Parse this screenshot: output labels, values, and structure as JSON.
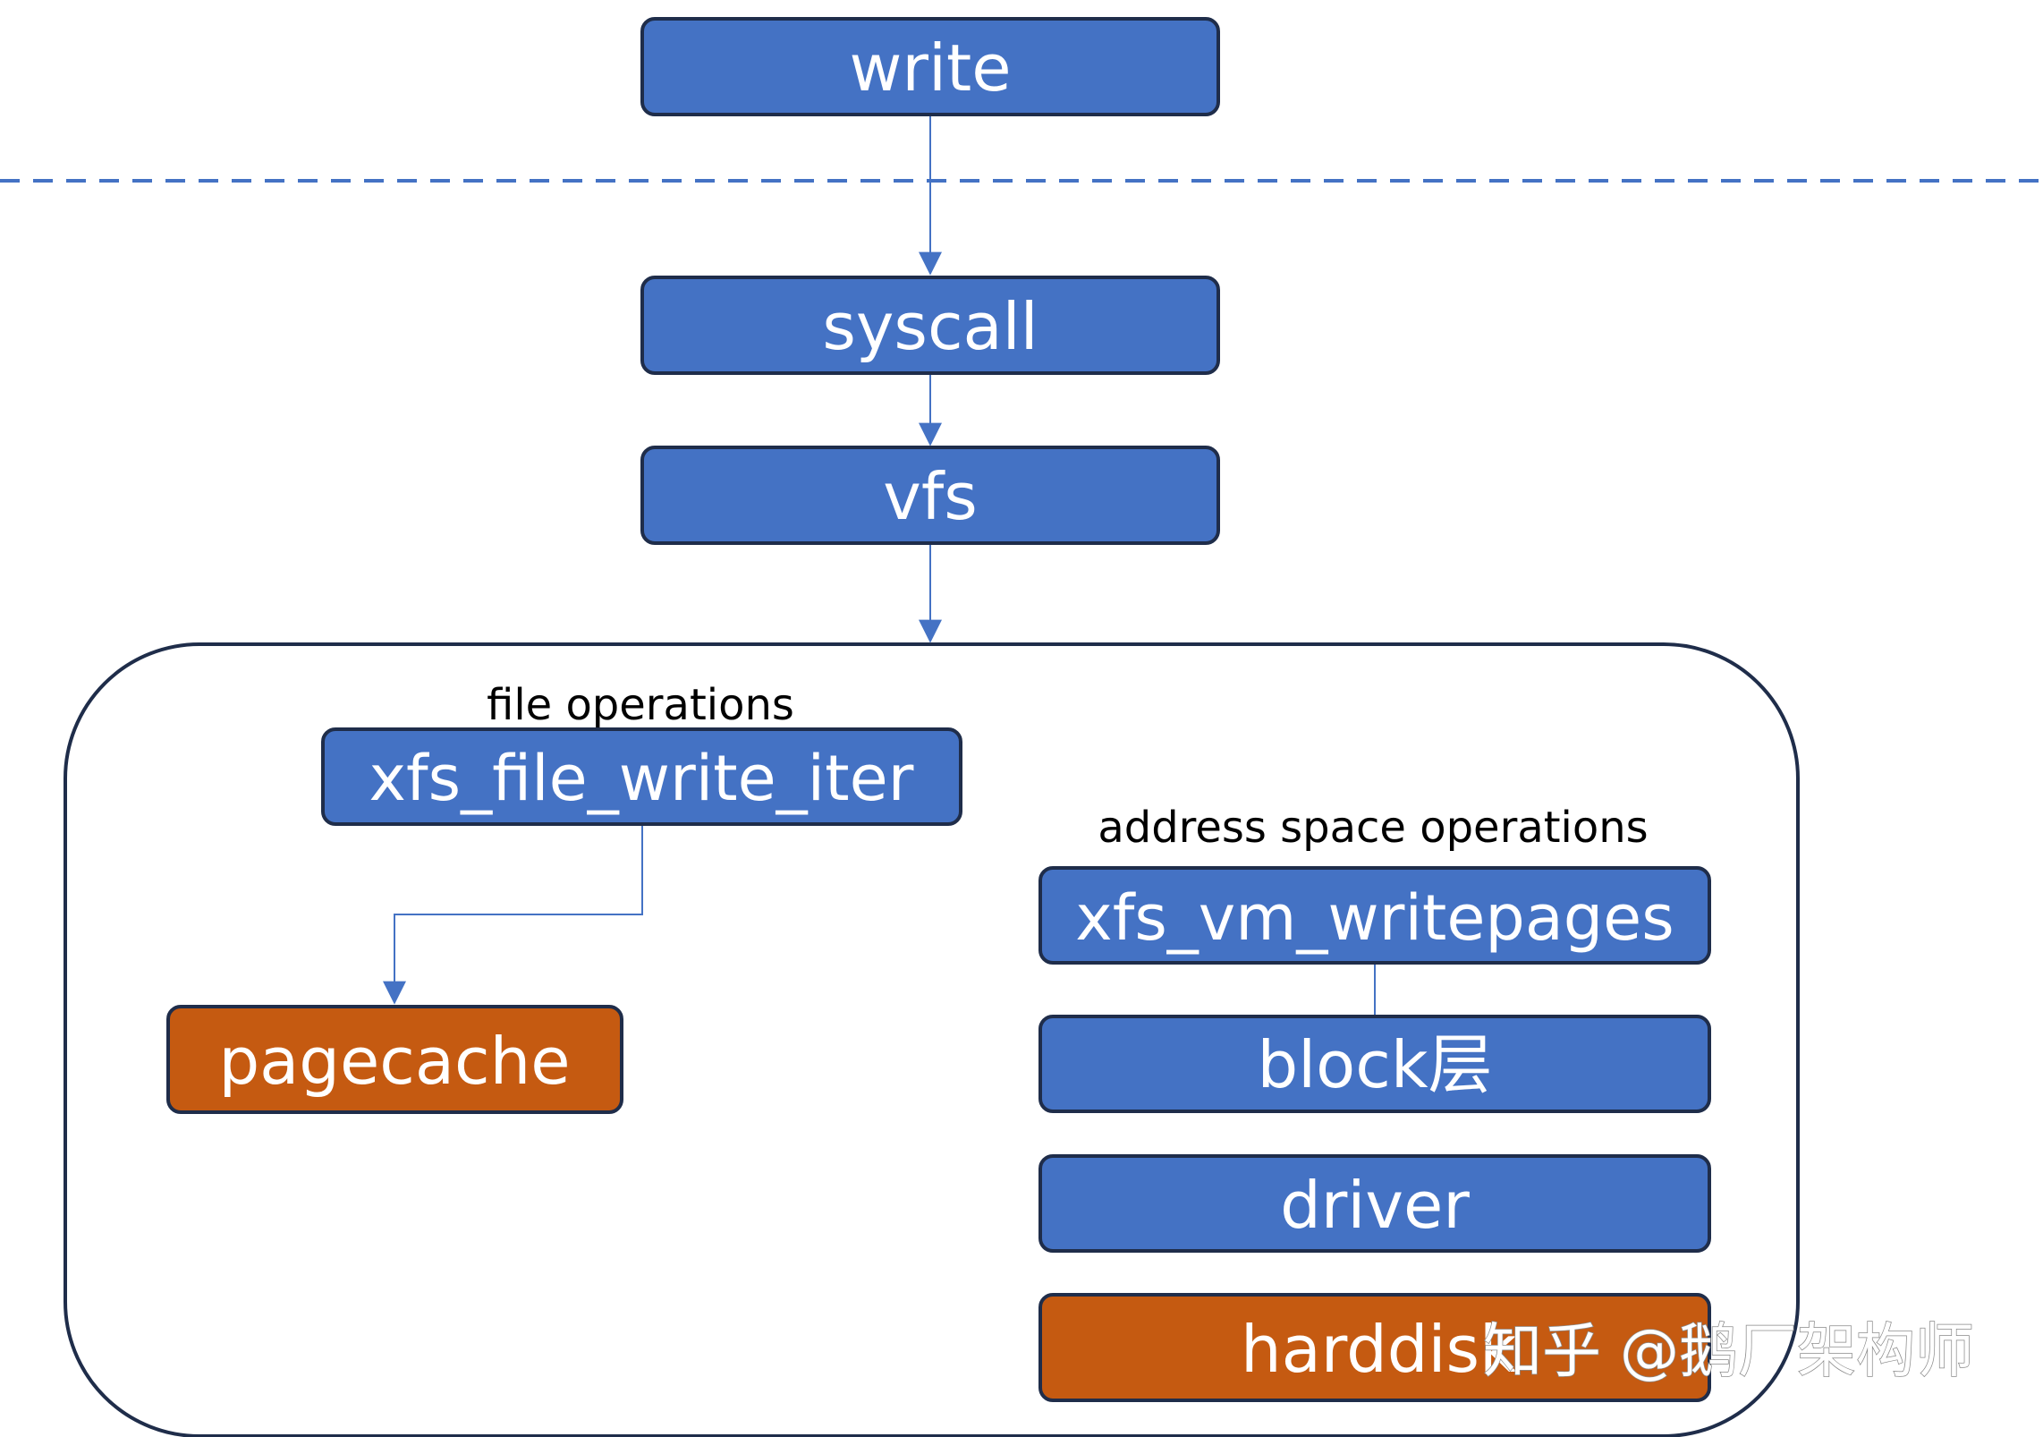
{
  "colors": {
    "blue_box": "#4472C4",
    "orange_box": "#C55A11",
    "border": "#1F2D4A",
    "connector": "#4472C4",
    "text": "#FFFFFF"
  },
  "nodes": {
    "write": "write",
    "syscall": "syscall",
    "vfs": "vfs",
    "xfs_file_write_iter": "xfs_file_write_iter",
    "pagecache": "pagecache",
    "xfs_vm_writepages": "xfs_vm_writepages",
    "block": "block层",
    "driver": "driver",
    "harddisk": "harddisk"
  },
  "labels": {
    "file_operations": "file operations",
    "address_space_operations": "address space operations"
  },
  "watermark": "知乎 @鹅厂架构师"
}
